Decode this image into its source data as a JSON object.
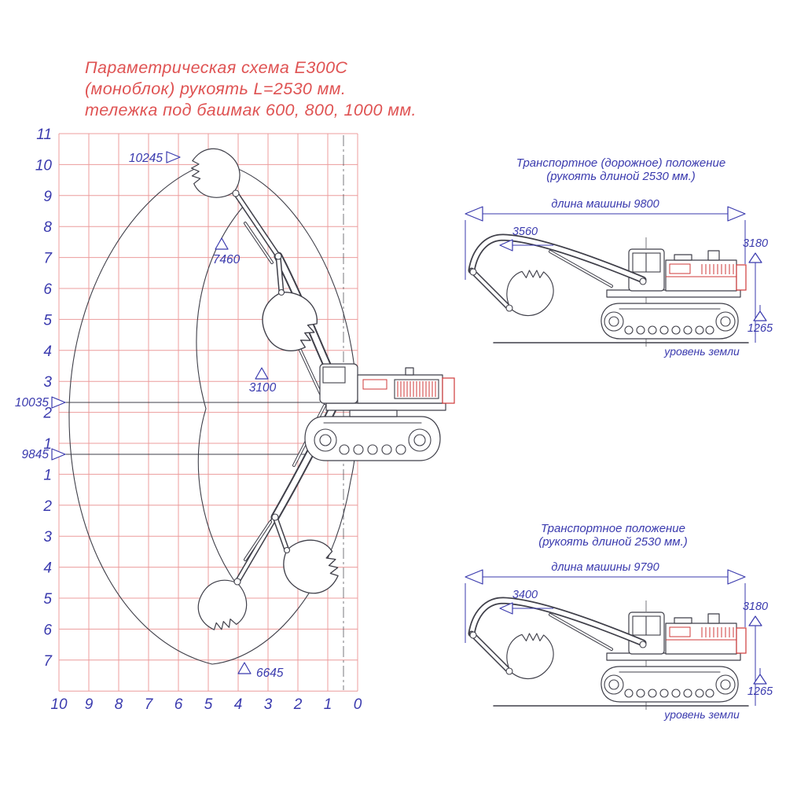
{
  "title": {
    "lines": [
      "Параметрическая схема Е300С",
      "(моноблок) рукоять L=2530 мм.",
      "тележка под башмак 600, 800, 1000 мм."
    ]
  },
  "reach_diagram": {
    "y_labels_above": [
      "11",
      "10",
      "9",
      "8",
      "7",
      "6",
      "5",
      "4",
      "3",
      "2",
      "1"
    ],
    "y_labels_below": [
      "1",
      "2",
      "3",
      "4",
      "5",
      "6",
      "7"
    ],
    "x_labels": [
      "10",
      "9",
      "8",
      "7",
      "6",
      "5",
      "4",
      "3",
      "2",
      "1",
      "0"
    ],
    "dim_max_height": "10245",
    "dim_dump_height": "7460",
    "dim_cab_height": "3100",
    "dim_reach_upper": "10035",
    "dim_reach_lower": "9845",
    "dim_dig_depth": "6645"
  },
  "transport_road": {
    "title": "Транспортное (дорожное) положение",
    "subtitle": "(рукоять длиной 2530 мм.)",
    "length": "длина машины 9800",
    "dim_front_height": "3560",
    "dim_height": "3180",
    "dim_track_height": "1265",
    "ground": "уровень земли"
  },
  "transport": {
    "title": "Транспортное положение",
    "subtitle": "(рукоять длиной 2530 мм.)",
    "length": "длина машины 9790",
    "dim_front_height": "3400",
    "dim_height": "3180",
    "dim_track_height": "1265",
    "ground": "уровень земли"
  },
  "colors": {
    "grid": "#ec9c9c",
    "dimension_blue": "#3a3aae",
    "title_red": "#df5353",
    "drawing": "#3f3f49",
    "machine_accent_red": "#cf3a3a"
  }
}
